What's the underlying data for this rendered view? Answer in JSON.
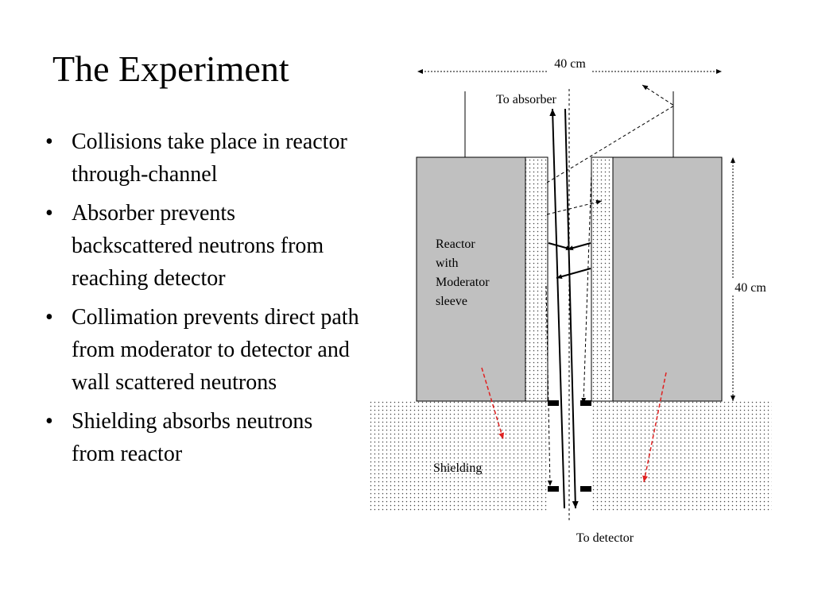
{
  "slide": {
    "title": "The Experiment",
    "bullets": [
      "Collisions take place in reactor through-channel",
      "Absorber prevents backscattered neutrons from reaching detector",
      "Collimation prevents direct path from moderator to detector and wall scattered neutrons",
      "Shielding absorbs neutrons from reactor"
    ]
  },
  "diagram": {
    "labels": {
      "width_dimension": "40 cm",
      "height_dimension": "40 cm",
      "to_absorber": "To absorber",
      "to_detector": "To detector",
      "reactor": [
        "Reactor",
        "with",
        "Moderator",
        "sleeve"
      ],
      "shielding": "Shielding"
    },
    "colors": {
      "reactor_fill": "#c0c0c0",
      "scatter_arrow": "#e02020",
      "line": "#000000"
    }
  }
}
